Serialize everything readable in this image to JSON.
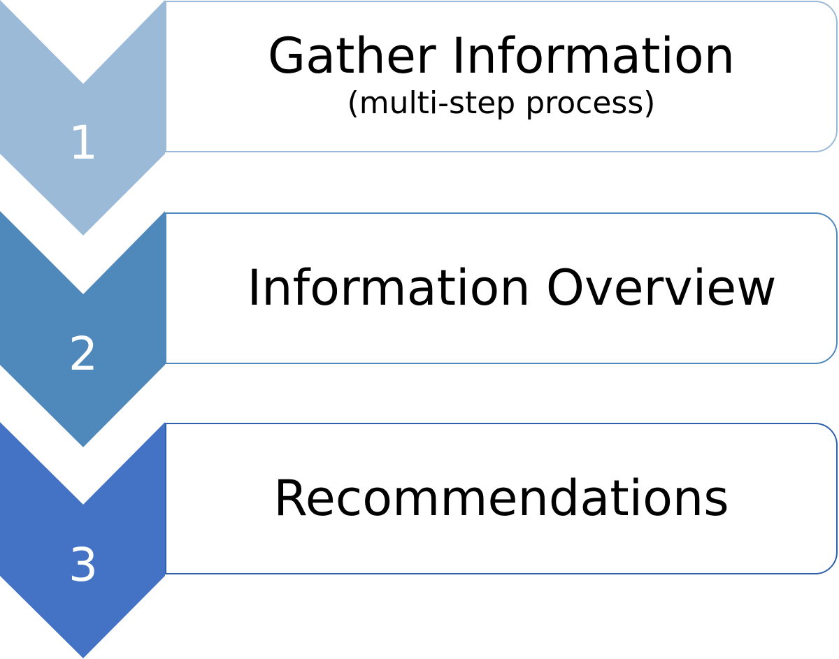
{
  "steps": [
    {
      "number": "1",
      "title": "Gather Information",
      "subtitle": "(multi-step process)",
      "color": "#9bbad8",
      "border_color": "#9bbad8"
    },
    {
      "number": "2",
      "title": "Information Overview",
      "subtitle": "",
      "color": "#4f88bb",
      "border_color": "#4f88bb"
    },
    {
      "number": "3",
      "title": "Recommendations",
      "subtitle": "",
      "color": "#4472c4",
      "border_color": "#2e5fa8"
    }
  ]
}
